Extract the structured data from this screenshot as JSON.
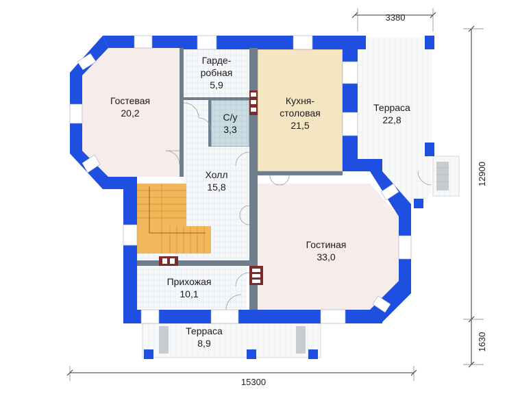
{
  "rooms": {
    "guest": {
      "name": "Гостевая",
      "area": "20,2"
    },
    "wardrobe": {
      "name_line1": "Гарде-",
      "name_line2": "робная",
      "area": "5,9"
    },
    "wc": {
      "name": "С/у",
      "area": "3,3"
    },
    "kitchen": {
      "name_line1": "Кухня-",
      "name_line2": "столовая",
      "area": "21,5"
    },
    "terrace_east": {
      "name": "Терраса",
      "area": "22,8"
    },
    "hall": {
      "name": "Холл",
      "area": "15,8"
    },
    "living": {
      "name": "Гостиная",
      "area": "33,0"
    },
    "entry": {
      "name": "Прихожая",
      "area": "10,1"
    },
    "terrace_south": {
      "name": "Терраса",
      "area": "8,9"
    }
  },
  "dimensions": {
    "top": "3380",
    "right_main": "12900",
    "right_terrace": "1630",
    "bottom": "15300"
  },
  "colors": {
    "wall": "#1e4fe0",
    "tile_floor": "#f4f6f8",
    "carpet_floor": "#f6ece9",
    "kitchen_floor": "#f4e5c3",
    "wc_floor": "#c7dbe1",
    "stairs": "#f0b85a"
  }
}
